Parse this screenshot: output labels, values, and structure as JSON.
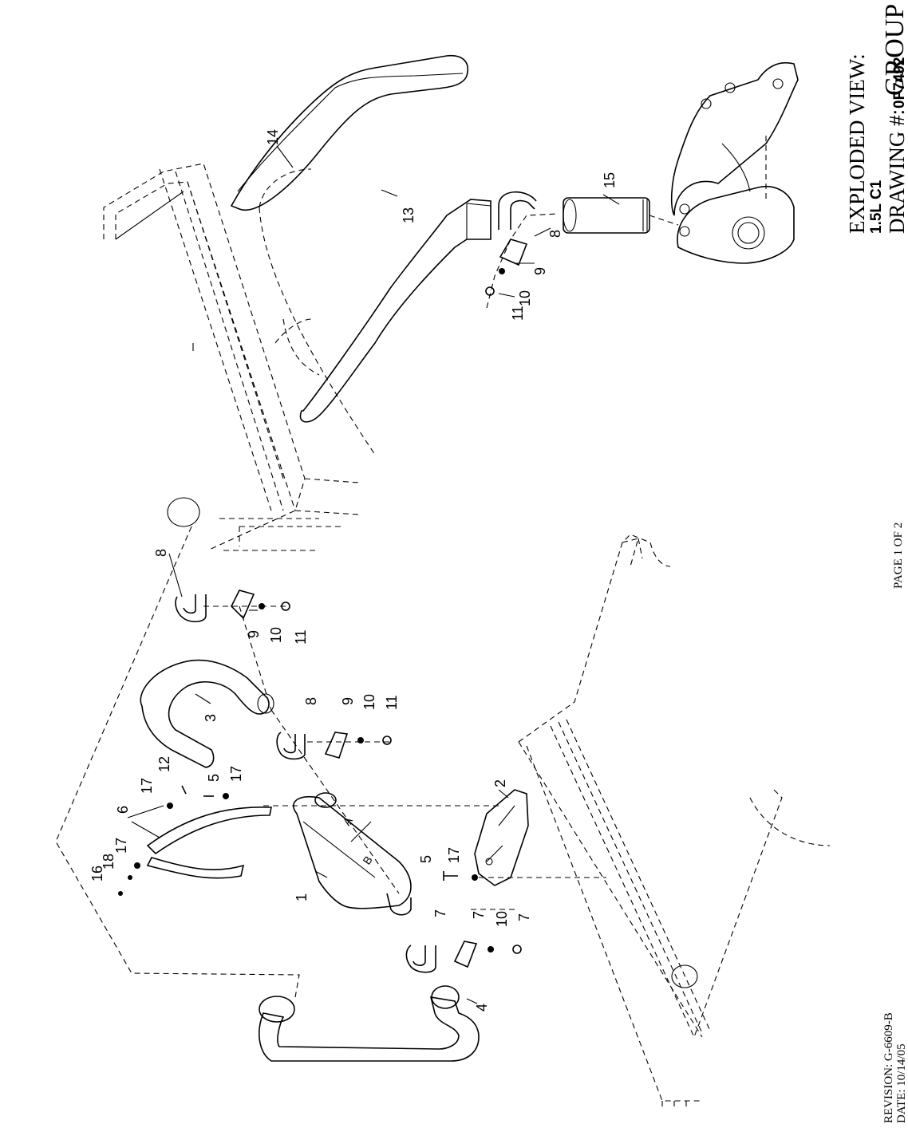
{
  "header": {
    "group": "GROUP F"
  },
  "title_block": {
    "view_label": "EXPLODED VIEW:",
    "engine": "1.5L C1",
    "drawing_label": "DRAWING #:",
    "drawing_number": "0F7492"
  },
  "footer": {
    "page": "PAGE 1 OF 2",
    "revision": "REVISION: G-6609-B",
    "date": "DATE:  10/14/05"
  },
  "flow_labels": {
    "a": "A",
    "b": "B"
  },
  "callouts": {
    "c1": "1",
    "c2": "2",
    "c3": "3",
    "c4": "4",
    "c5a": "5",
    "c5b": "5",
    "c6": "6",
    "c7a": "7",
    "c7b": "7",
    "c7c": "7",
    "c8a": "8",
    "c8b": "8",
    "c8c": "8",
    "c9a": "9",
    "c9b": "9",
    "c9c": "9",
    "c10a": "10",
    "c10b": "10",
    "c10c": "10",
    "c10d": "10",
    "c11a": "11",
    "c11b": "11",
    "c11c": "11",
    "c12": "12",
    "c13": "13",
    "c14": "14",
    "c15": "15",
    "c16": "16",
    "c17a": "17",
    "c17b": "17",
    "c17c": "17",
    "c17d": "17",
    "c18": "18"
  }
}
